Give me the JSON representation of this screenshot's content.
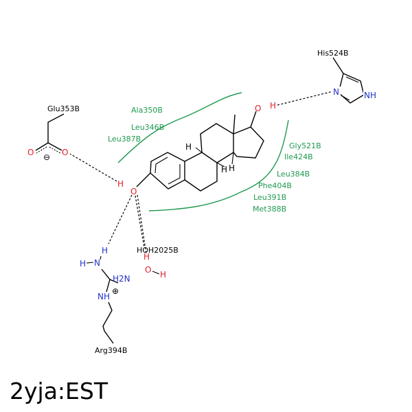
{
  "caption": "2yja:EST",
  "colors": {
    "hydrophobic": "#1f9950",
    "oxygen": "#e0202a",
    "nitrogen": "#2233cc",
    "bond": "#000000"
  },
  "residues": {
    "glu": "Glu353B",
    "his": "His524B",
    "arg": "Arg394B",
    "water": "HOH2025B"
  },
  "hydrophobic_left": [
    "Ala350B",
    "Leu346B",
    "Leu387B"
  ],
  "hydrophobic_right": [
    "Gly521B",
    "Ile424B",
    "Leu384B",
    "Phe404B",
    "Leu391B",
    "Met388B"
  ],
  "atoms": {
    "O": "O",
    "H": "H",
    "N": "N",
    "NH": "NH",
    "H2N": "H2N",
    "minus": "⊖",
    "plus": "⊕"
  }
}
